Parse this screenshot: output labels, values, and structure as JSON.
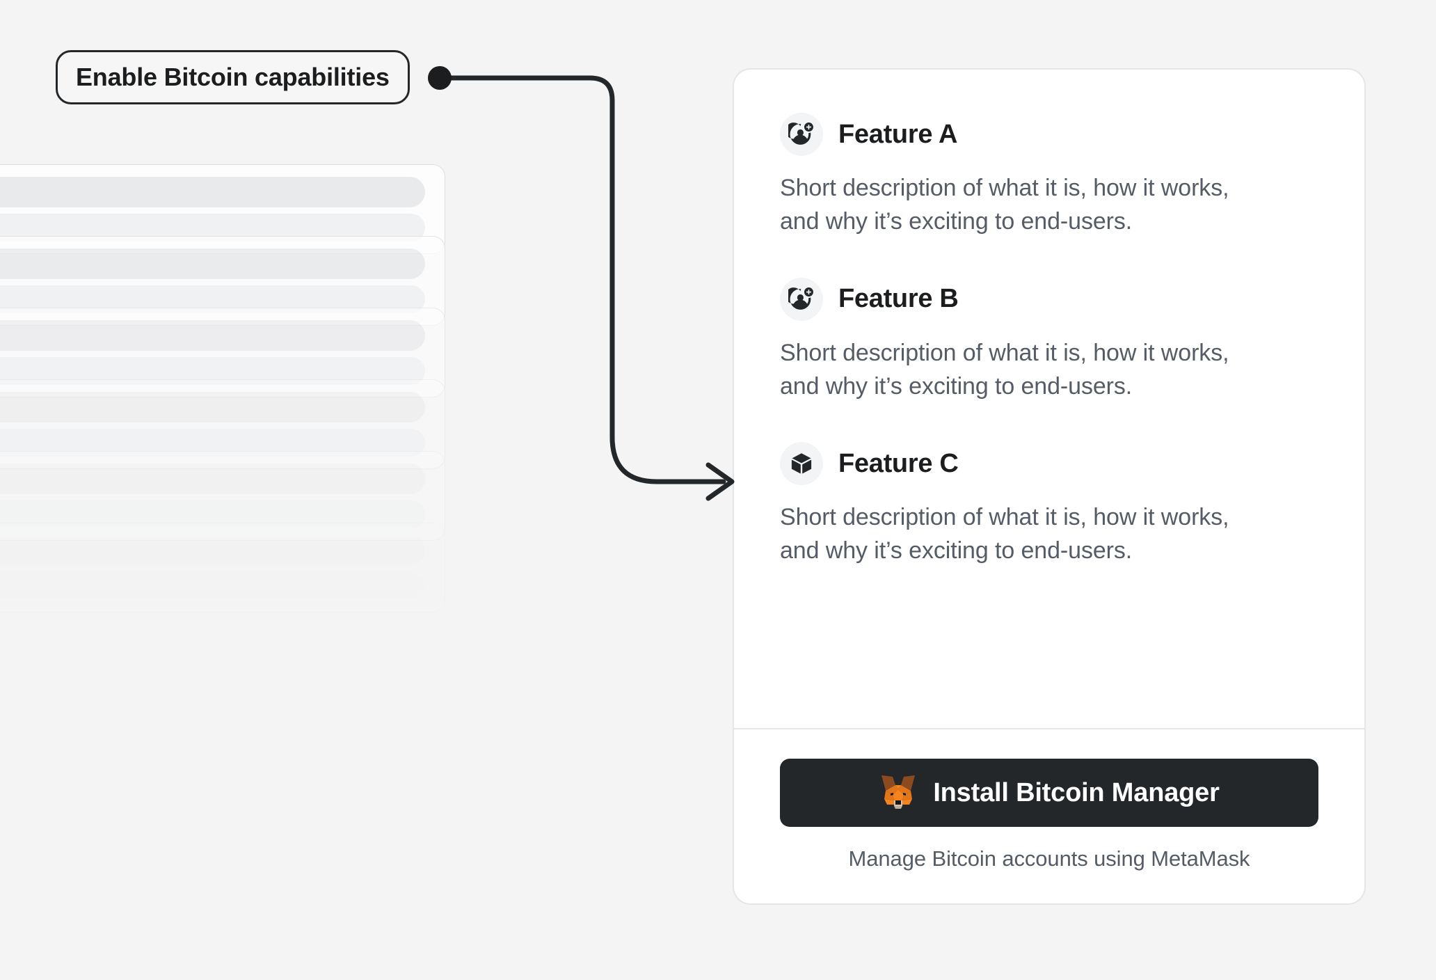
{
  "callout": {
    "label": "Enable Bitcoin capabilities",
    "connector": {
      "dot_color": "#1B1D1F",
      "line_color": "#24272A",
      "arrow": "arrow-right"
    }
  },
  "background": {
    "skeleton_cards": [
      {
        "opacity": 1.0
      },
      {
        "opacity": 0.82
      },
      {
        "opacity": 0.6
      },
      {
        "opacity": 0.4
      },
      {
        "opacity": 0.22
      },
      {
        "opacity": 0.1
      }
    ]
  },
  "card": {
    "features": [
      {
        "icon": "add-account-icon",
        "title": "Feature A",
        "description": "Short description of what it is, how it works, and why it’s exciting to end-users."
      },
      {
        "icon": "add-account-icon",
        "title": "Feature B",
        "description": "Short description of what it is, how it works, and why it’s exciting to end-users."
      },
      {
        "icon": "cube-icon",
        "title": "Feature C",
        "description": "Short description of what it is, how it works, and why it’s exciting to end-users."
      }
    ],
    "footer": {
      "button_icon": "metamask-fox-icon",
      "button_label": "Install Bitcoin Manager",
      "caption": "Manage Bitcoin accounts using MetaMask"
    }
  },
  "colors": {
    "page_background": "#F4F4F4",
    "card_background": "#FFFFFF",
    "card_border": "#E3E5E8",
    "text_primary": "#1B1D1F",
    "text_secondary": "#555C66",
    "button_background": "#24272A",
    "button_text": "#FFFFFF",
    "icon_background": "#F2F4F6",
    "skeleton_bar": "#E9EAEC",
    "metamask_orange": "#E2761B"
  }
}
